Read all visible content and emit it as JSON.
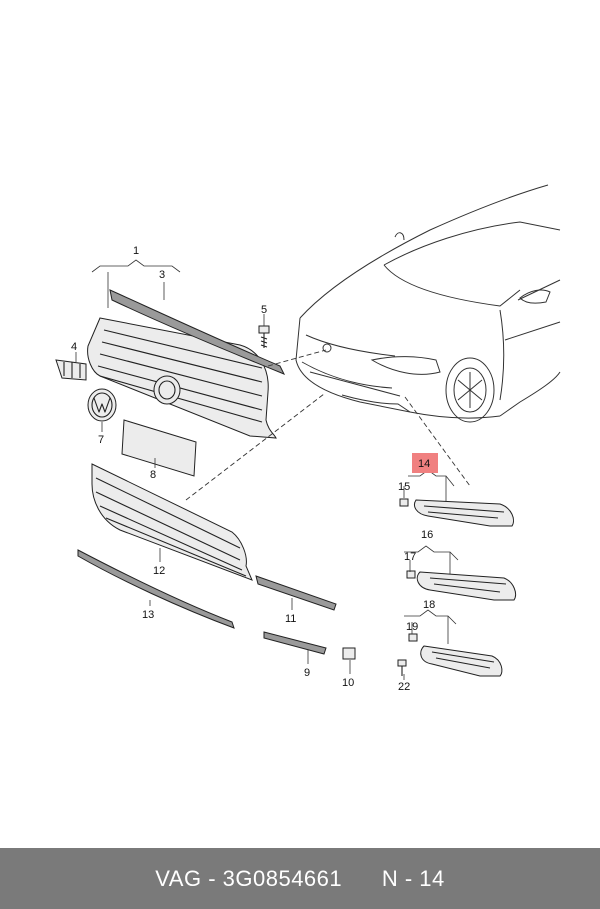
{
  "diagram": {
    "labels": {
      "p1": "1",
      "p3": "3",
      "p4": "4",
      "p5": "5",
      "p7": "7",
      "p8": "8",
      "p9": "9",
      "p10": "10",
      "p11": "11",
      "p12": "12",
      "p13": "13",
      "p14": "14",
      "p15": "15",
      "p16": "16",
      "p17": "17",
      "p18": "18",
      "p19": "19",
      "p22": "22"
    },
    "highlight_color": "#f08080"
  },
  "footer": {
    "brand": "VAG",
    "separator1": " - ",
    "part_number": "3G0854661",
    "gap": "      ",
    "section": "N - 14"
  }
}
